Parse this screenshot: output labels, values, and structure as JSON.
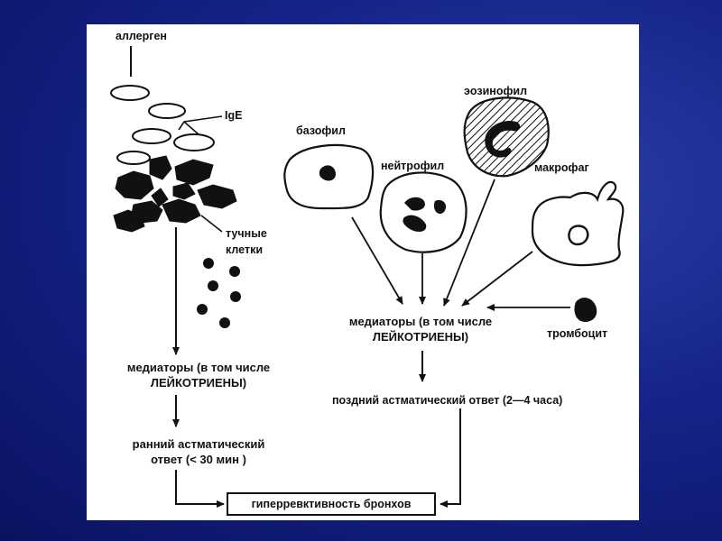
{
  "diagram": {
    "labels": {
      "allergen": "аллерген",
      "ige": "IgE",
      "mast_cells_line1": "тучные",
      "mast_cells_line2": "клетки",
      "basophil": "базофил",
      "neutrophil": "нейтрофил",
      "eosinophil": "эозинофил",
      "macrophage": "макрофаг",
      "platelet": "тромбоцит",
      "mediators_left_line1": "медиаторы (в том числе",
      "mediators_left_line2": "ЛЕЙКОТРИЕНЫ)",
      "mediators_right_line1": "медиаторы (в том числе",
      "mediators_right_line2": "ЛЕЙКОТРИЕНЫ)",
      "early_response_line1": "ранний астматический",
      "early_response_line2": "ответ (< 30 мин )",
      "late_response": "поздний астматический ответ (2—4 часа)",
      "hyperreactivity": "гиперревктивность бронхов"
    }
  },
  "colors": {
    "background": "#16248a",
    "slide": "#ffffff",
    "ink": "#111111"
  }
}
